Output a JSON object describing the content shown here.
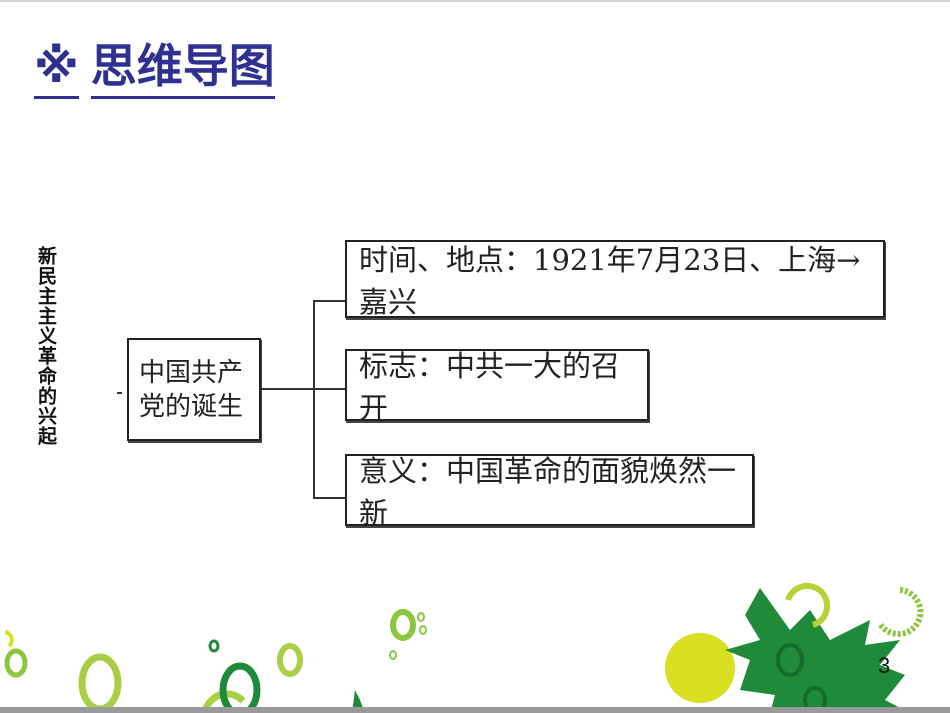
{
  "title": {
    "symbol": "※",
    "text": "思维导图",
    "color": "#2e3192"
  },
  "side_label": "新民主主义革命的兴起",
  "mindmap": {
    "root": "中国共产党的诞生",
    "branches": [
      {
        "label": "时间、地点：1921年7月23日、上海→嘉兴"
      },
      {
        "label": "标志：中共一大的召开"
      },
      {
        "label": "意义：中国革命的面貌焕然一新"
      }
    ]
  },
  "page_number": "3",
  "decoration": {
    "leaf_color": "#1e8a3a",
    "ring_colors": [
      "#8cc63f",
      "#1e8a3a",
      "#d9e021"
    ]
  }
}
